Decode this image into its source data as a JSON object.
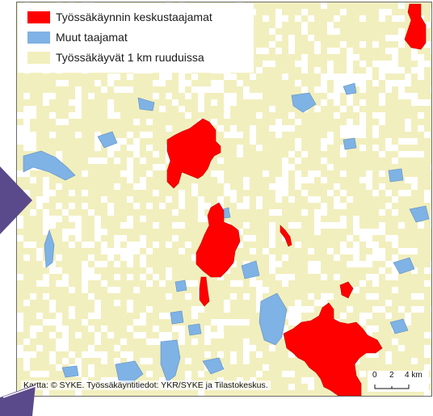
{
  "legend": {
    "items": [
      {
        "label": "Työssäkäynnin keskustaajamat",
        "color": "#ff0000"
      },
      {
        "label": "Muut taajamat",
        "color": "#7fb2e5"
      },
      {
        "label": "Työssäkäyvät 1 km ruuduissa",
        "color": "#f2efbe"
      }
    ]
  },
  "credit": "Kartta: © SYKE. Työssäkäyntitiedot: YKR/SYKE ja Tilastokeskus.",
  "scale": {
    "ticks": [
      "0",
      "2",
      "4 km"
    ]
  },
  "colors": {
    "center": "#ff0000",
    "other": "#7fb2e5",
    "grid": "#f2efbe",
    "outline": "#8a8a7a",
    "arrow": "#5b4a8b"
  },
  "icons": [
    "left-nav-arrow-icon",
    "corner-nav-arrow-icon"
  ]
}
